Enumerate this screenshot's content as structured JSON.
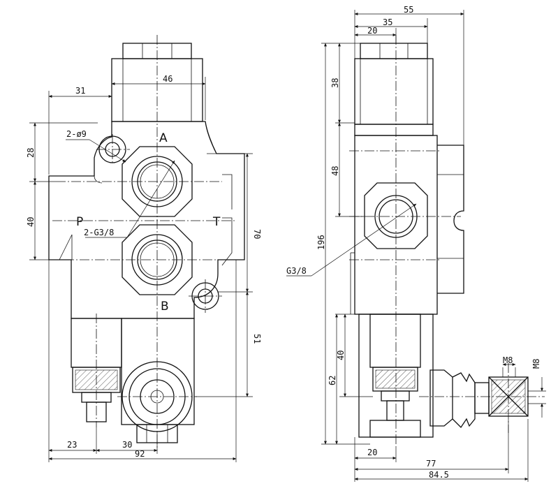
{
  "front_view": {
    "port_labels": {
      "a": "A",
      "b": "B",
      "p": "P",
      "t": "T"
    },
    "dims": {
      "d31": "31",
      "d46": "46",
      "d28": "28",
      "d40": "40",
      "d70": "70",
      "d51": "51",
      "d23": "23",
      "d30": "30",
      "d92": "92"
    },
    "callouts": {
      "holes": "2-ø9",
      "ports": "2-G3/8"
    }
  },
  "side_view": {
    "dims": {
      "d55": "55",
      "d35": "35",
      "d20_top": "20",
      "d38": "38",
      "d48": "48",
      "d196": "196",
      "d40": "40",
      "d62": "62",
      "d20_bot": "20",
      "d77": "77",
      "d84_5": "84.5",
      "m8_h": "M8",
      "m8_v": "M8"
    },
    "callouts": {
      "port": "G3/8"
    }
  }
}
